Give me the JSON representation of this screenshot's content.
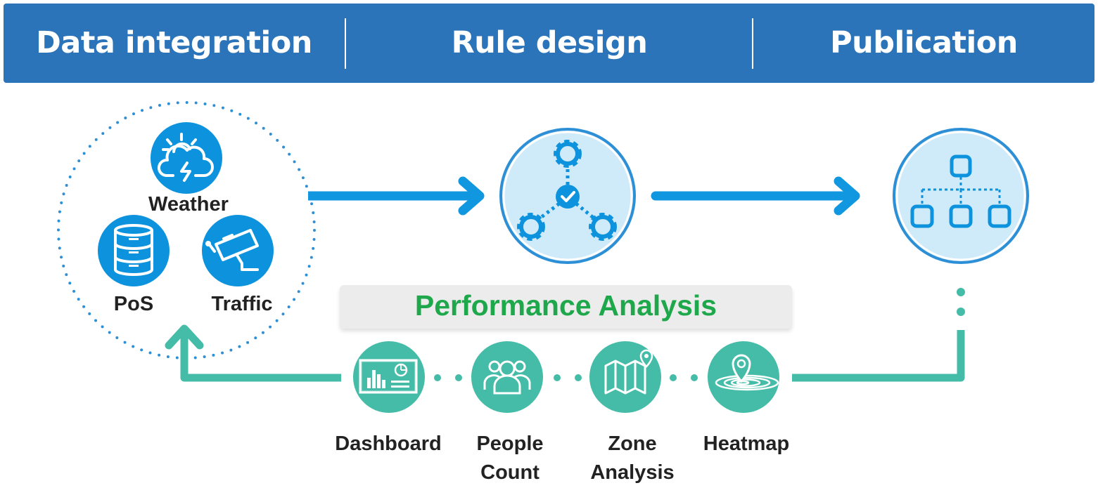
{
  "header": {
    "phases": [
      {
        "label": "Data integration"
      },
      {
        "label": "Rule design"
      },
      {
        "label": "Publication"
      }
    ]
  },
  "sources": {
    "weather": "Weather",
    "pos": "PoS",
    "traffic": "Traffic"
  },
  "performance": {
    "title": "Performance Analysis",
    "items": [
      {
        "label": "Dashboard",
        "icon": "dashboard-icon"
      },
      {
        "label": "People\nCount",
        "icon": "people-icon"
      },
      {
        "label": "Zone\nAnalysis",
        "icon": "map-icon"
      },
      {
        "label": "Heatmap",
        "icon": "heatmap-icon"
      }
    ]
  },
  "stage_icons": {
    "rule_design": "gears-check-icon",
    "publication": "hierarchy-icon"
  },
  "colors": {
    "header": "#2c74b9",
    "blue_icon": "#0d93dd",
    "arrow_blue": "#1196e0",
    "teal": "#44bca7",
    "green_text": "#1fa84b",
    "circle_fill": "#cfeaf8",
    "circle_stroke": "#2d8fd5"
  }
}
